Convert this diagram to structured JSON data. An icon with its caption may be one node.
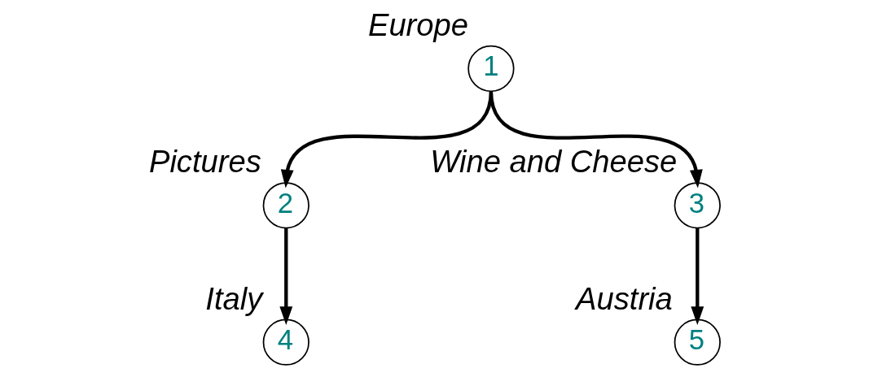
{
  "diagram": {
    "nodes": [
      {
        "text": [
          "1"
        ],
        "beside": [
          "Europe"
        ]
      },
      {
        "text": [
          "2"
        ],
        "beside": [
          "Pictures"
        ]
      },
      {
        "text": [
          "3"
        ],
        "beside": [
          "Wine and Cheese"
        ]
      },
      {
        "text": [
          "4"
        ],
        "beside": [
          "Italy"
        ]
      },
      {
        "text": [
          "5"
        ],
        "beside": [
          "Austria"
        ]
      }
    ],
    "edges": [
      {
        "from": 0,
        "to": 1,
        "arrow": "to"
      },
      {
        "from": 0,
        "to": 2,
        "arrow": "to"
      },
      {
        "from": 1,
        "to": 3,
        "arrow": "to"
      },
      {
        "from": 2,
        "to": 4,
        "arrow": "to"
      }
    ]
  }
}
